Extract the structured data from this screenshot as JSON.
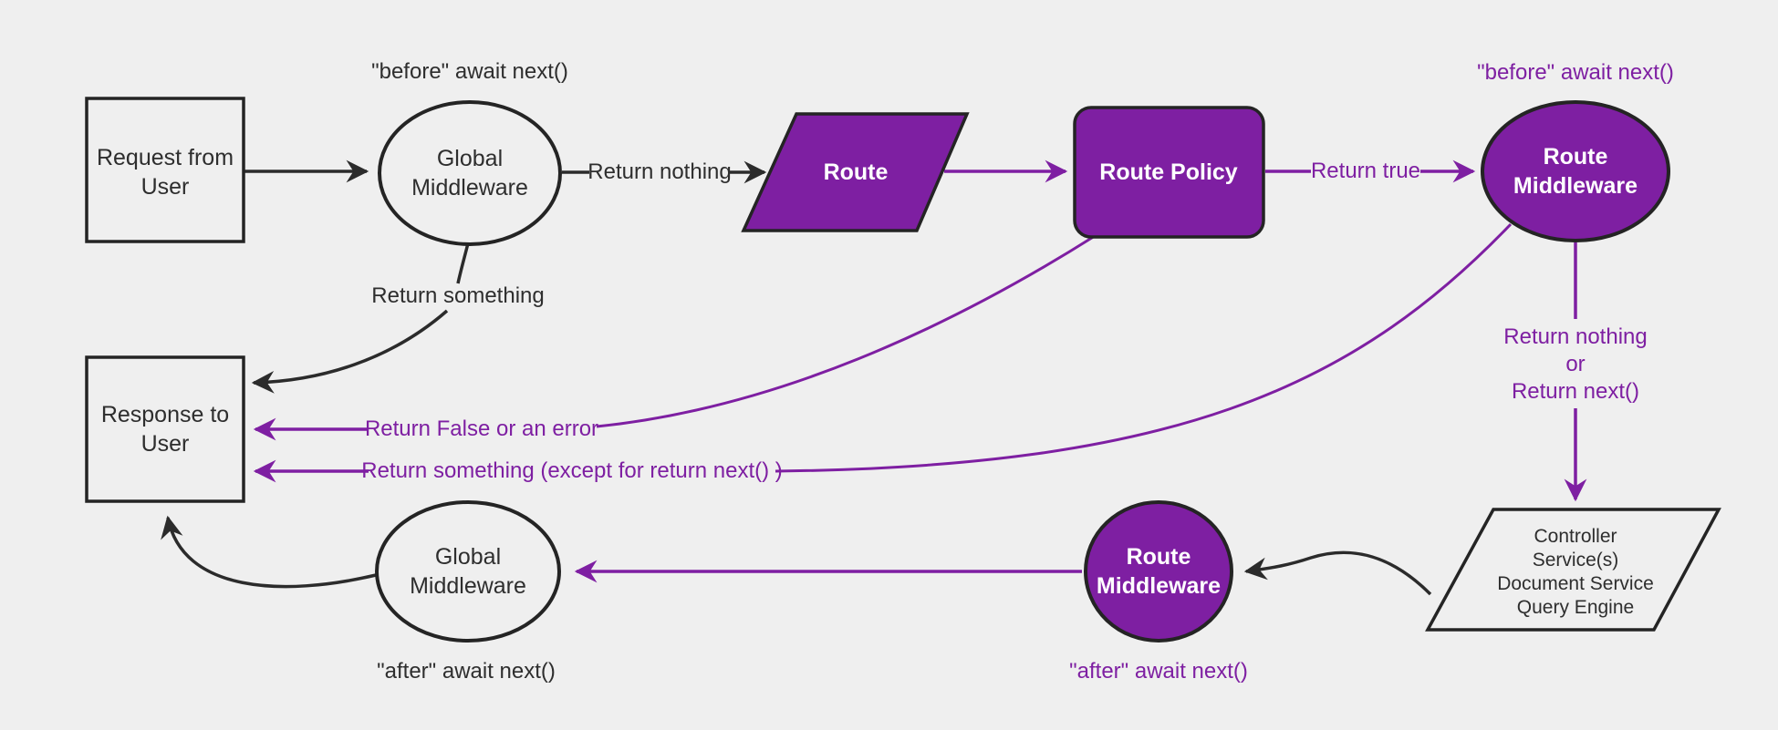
{
  "diagram": {
    "nodes": {
      "request": {
        "lines": [
          "Request from",
          "User"
        ]
      },
      "global_middleware_top": {
        "lines": [
          "Global",
          "Middleware"
        ]
      },
      "route": {
        "label": "Route"
      },
      "route_policy": {
        "label": "Route Policy"
      },
      "route_middleware_top": {
        "lines": [
          "Route",
          "Middleware"
        ]
      },
      "controller": {
        "lines": [
          "Controller",
          "Service(s)",
          "Document Service",
          "Query Engine"
        ]
      },
      "route_middleware_bottom": {
        "lines": [
          "Route",
          "Middleware"
        ]
      },
      "global_middleware_bottom": {
        "lines": [
          "Global",
          "Middleware"
        ]
      },
      "response": {
        "lines": [
          "Response to",
          "User"
        ]
      }
    },
    "edge_labels": {
      "before_await_global": "\"before\" await next()",
      "return_nothing": "Return nothing",
      "return_true": "Return true",
      "before_await_route": "\"before\" await next()",
      "return_nothing_or": {
        "lines": [
          "Return nothing",
          "or",
          "Return next()"
        ]
      },
      "return_something": "Return something",
      "return_false": "Return False or an error",
      "return_something_except": "Return something (except for return next() )",
      "after_await_global": "\"after\" await next()",
      "after_await_route": "\"after\" await next()"
    },
    "colors": {
      "purple": "#7E1FA2",
      "dark_stroke": "#242424",
      "background": "#EFEFEF",
      "node_text": "#2E2E2E",
      "node_text_on_purple": "#FFFFFF"
    }
  }
}
